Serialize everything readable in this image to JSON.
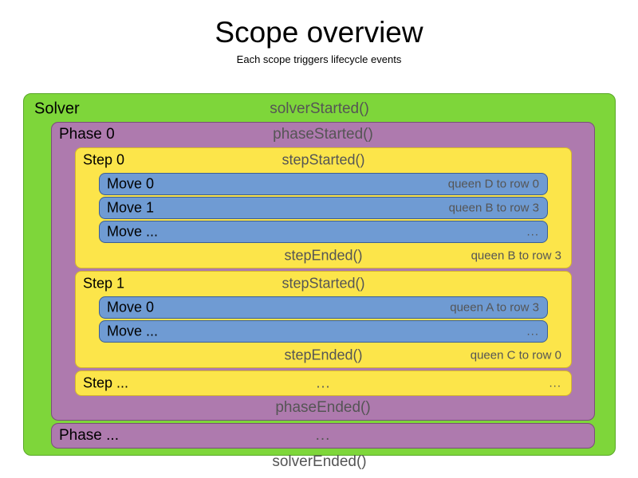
{
  "header": {
    "title": "Scope overview",
    "subtitle": "Each scope triggers lifecycle events"
  },
  "colors": {
    "solver": "#7ED63A",
    "phase": "#AE7AAE",
    "step": "#FCE54A",
    "move": "#6F9BD3",
    "event_text": "#555555",
    "name_text": "#000000"
  },
  "diagram": {
    "solver": {
      "name": "Solver",
      "started_event": "solverStarted()",
      "ended_event": "solverEnded()",
      "phases": [
        {
          "name": "Phase 0",
          "started_event": "phaseStarted()",
          "ended_event": "phaseEnded()",
          "steps": [
            {
              "name": "Step 0",
              "started_event": "stepStarted()",
              "ended_event": "stepEnded()",
              "ended_value": "queen B to row 3",
              "moves": [
                {
                  "name": "Move 0",
                  "value": "queen D to row 0"
                },
                {
                  "name": "Move 1",
                  "value": "queen B to row 3"
                },
                {
                  "name": "Move ...",
                  "value": "..."
                }
              ]
            },
            {
              "name": "Step 1",
              "started_event": "stepStarted()",
              "ended_event": "stepEnded()",
              "ended_value": "queen C to row 0",
              "moves": [
                {
                  "name": "Move 0",
                  "value": "queen A to row 3"
                },
                {
                  "name": "Move ...",
                  "value": "..."
                }
              ]
            },
            {
              "name": "Step ...",
              "started_event": "...",
              "ended_value": "...",
              "moves": []
            }
          ]
        },
        {
          "name": "Phase ...",
          "started_event": "...",
          "steps": []
        }
      ]
    }
  }
}
